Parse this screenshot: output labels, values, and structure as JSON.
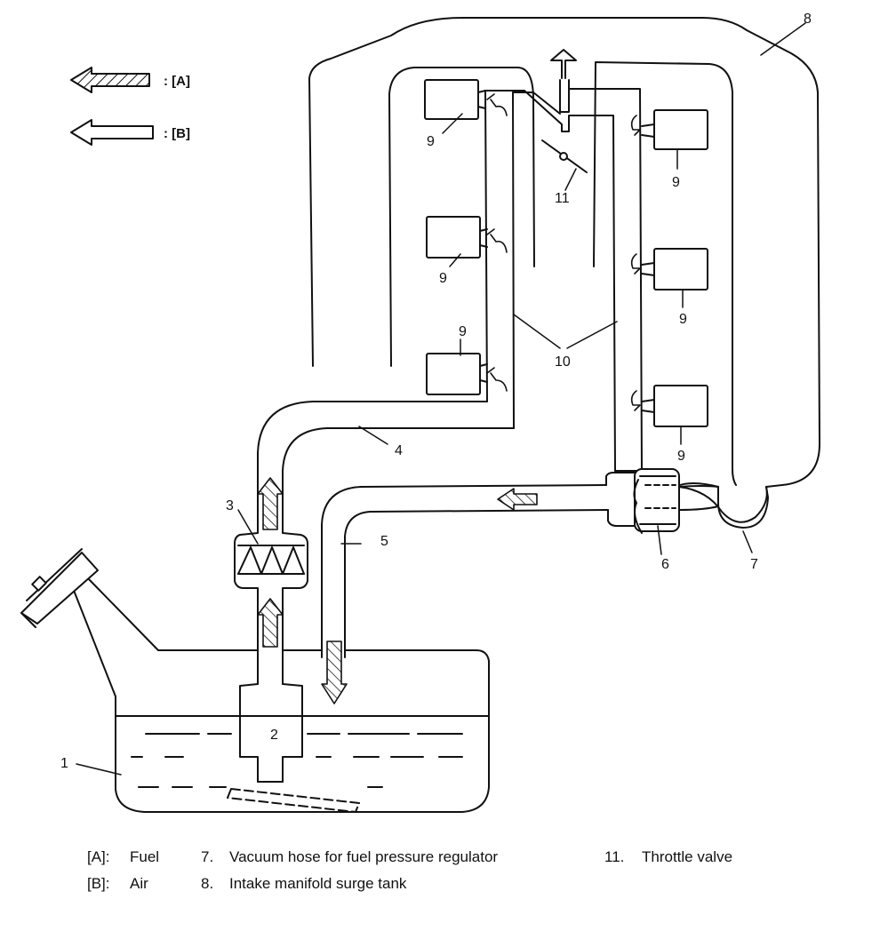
{
  "legend": {
    "fuel_key": ": [A]",
    "air_key": ": [B]"
  },
  "callouts": [
    "1",
    "2",
    "3",
    "4",
    "5",
    "6",
    "7",
    "8",
    "9",
    "9",
    "9",
    "9",
    "9",
    "9",
    "10",
    "11"
  ],
  "captions": {
    "a_code": "[A]:",
    "a_text": "Fuel",
    "b_code": "[B]:",
    "b_text": "Air",
    "c7_num": "7.",
    "c7_text": "Vacuum hose for fuel pressure regulator",
    "c8_num": "8.",
    "c8_text": "Intake manifold surge tank",
    "c11_num": "11.",
    "c11_text": "Throttle valve"
  },
  "icons": {
    "fuel": "hatched-arrow-icon",
    "air": "hollow-arrow-icon"
  },
  "colors": {
    "line": "#111111",
    "background": "#ffffff"
  }
}
